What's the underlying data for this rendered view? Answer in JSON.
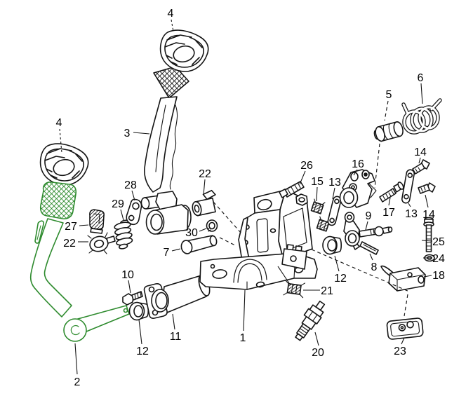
{
  "diagram": {
    "type": "exploded-parts-diagram",
    "description": "Pedal assembly exploded view with numbered callouts; clutch pedal (part 2) highlighted in green",
    "highlighted_part": "2",
    "callouts": [
      {
        "id": "part-1",
        "text": "1"
      },
      {
        "id": "part-2",
        "text": "2"
      },
      {
        "id": "part-3",
        "text": "3"
      },
      {
        "id": "part-4-top",
        "text": "4"
      },
      {
        "id": "part-4-left",
        "text": "4"
      },
      {
        "id": "part-5",
        "text": "5"
      },
      {
        "id": "part-6",
        "text": "6"
      },
      {
        "id": "part-7",
        "text": "7"
      },
      {
        "id": "part-8",
        "text": "8"
      },
      {
        "id": "part-9",
        "text": "9"
      },
      {
        "id": "part-10",
        "text": "10"
      },
      {
        "id": "part-11",
        "text": "11"
      },
      {
        "id": "part-12-left",
        "text": "12"
      },
      {
        "id": "part-12-right",
        "text": "12"
      },
      {
        "id": "part-13-left",
        "text": "13"
      },
      {
        "id": "part-13-right",
        "text": "13"
      },
      {
        "id": "part-14-top",
        "text": "14"
      },
      {
        "id": "part-14-right",
        "text": "14"
      },
      {
        "id": "part-15",
        "text": "15"
      },
      {
        "id": "part-16",
        "text": "16"
      },
      {
        "id": "part-17",
        "text": "17"
      },
      {
        "id": "part-18",
        "text": "18"
      },
      {
        "id": "part-20",
        "text": "20"
      },
      {
        "id": "part-21",
        "text": "21"
      },
      {
        "id": "part-22-top",
        "text": "22"
      },
      {
        "id": "part-22-left",
        "text": "22"
      },
      {
        "id": "part-23",
        "text": "23"
      },
      {
        "id": "part-24",
        "text": "24"
      },
      {
        "id": "part-25",
        "text": "25"
      },
      {
        "id": "part-26",
        "text": "26"
      },
      {
        "id": "part-27",
        "text": "27"
      },
      {
        "id": "part-28",
        "text": "28"
      },
      {
        "id": "part-29",
        "text": "29"
      },
      {
        "id": "part-30",
        "text": "30"
      }
    ]
  },
  "colors": {
    "highlight": "#2e8b2e",
    "line": "#141414",
    "background": "#ffffff"
  }
}
